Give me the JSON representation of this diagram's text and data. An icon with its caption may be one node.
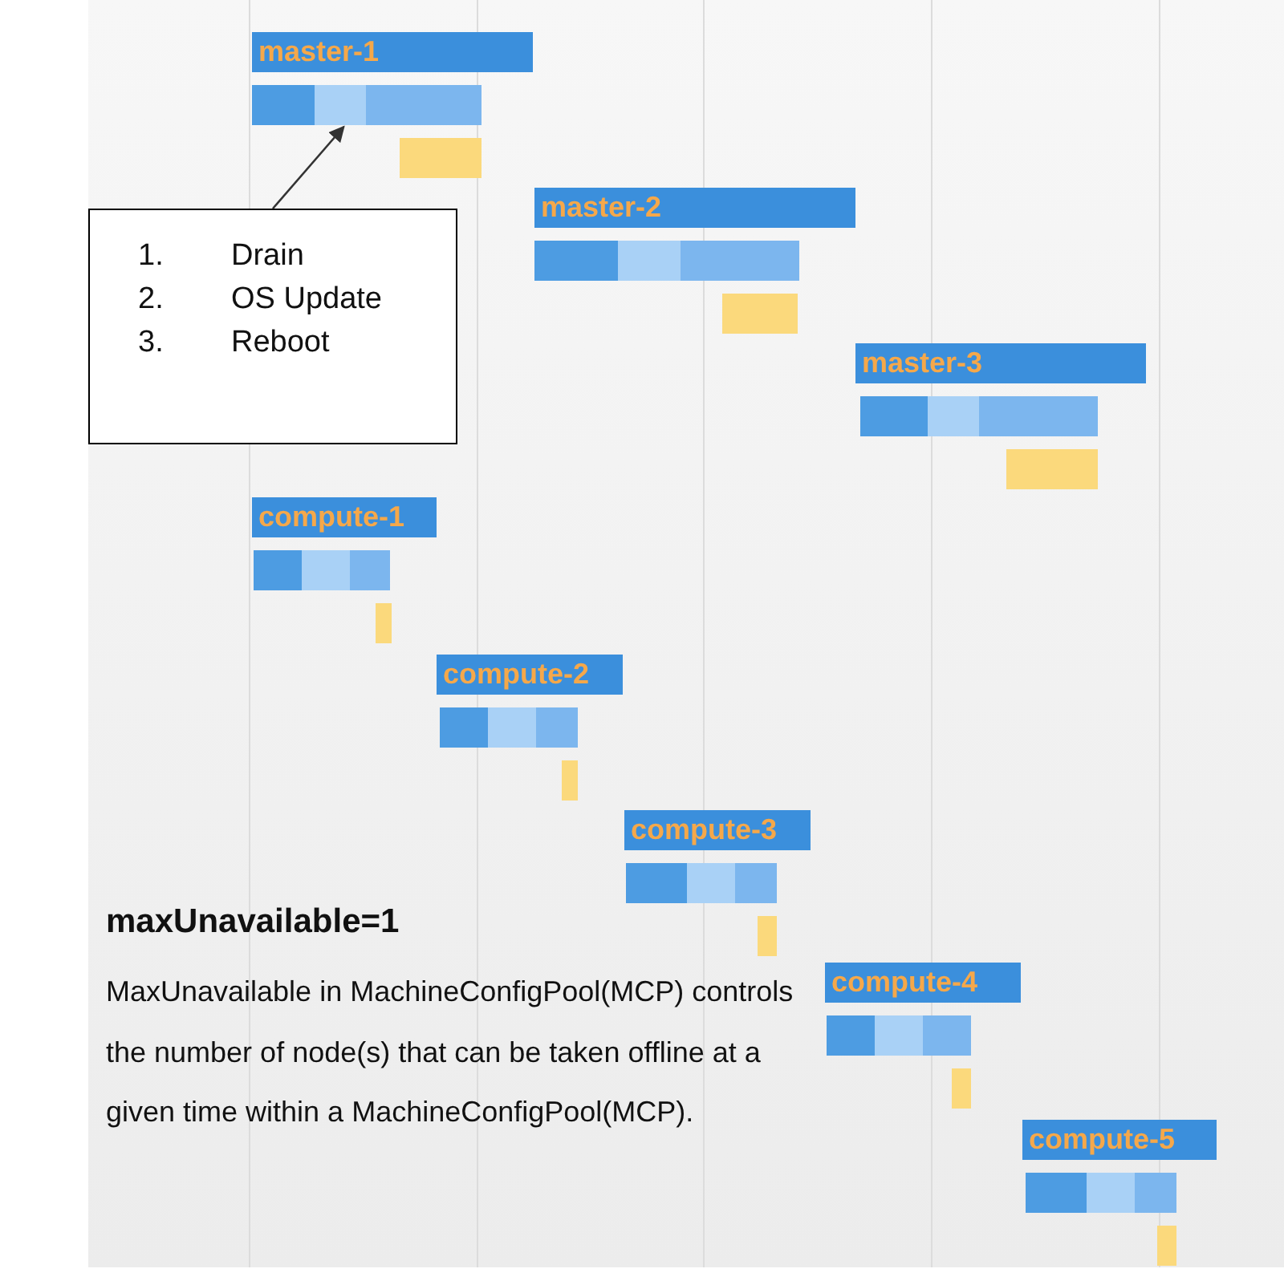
{
  "diagram": {
    "nodes": [
      {
        "text": [
          "master-1"
        ]
      },
      {
        "text": [
          "master-2"
        ]
      },
      {
        "text": [
          "master-3"
        ]
      },
      {
        "text": [
          "compute-1"
        ]
      },
      {
        "text": [
          "compute-2"
        ]
      },
      {
        "text": [
          "compute-3"
        ]
      },
      {
        "text": [
          "compute-4"
        ]
      },
      {
        "text": [
          "compute-5"
        ]
      },
      {
        "text": [
          "1. Drain",
          "2. OS Update",
          "3. Reboot"
        ]
      },
      {
        "text": [],
        "shape": "bar"
      },
      {
        "text": [],
        "shape": "bar"
      },
      {
        "text": [],
        "shape": "bar"
      },
      {
        "text": [],
        "shape": "bar"
      },
      {
        "text": [],
        "shape": "bar"
      },
      {
        "text": [],
        "shape": "bar"
      },
      {
        "text": [],
        "shape": "bar"
      },
      {
        "text": [],
        "shape": "bar"
      }
    ],
    "edges": [
      {
        "from": 8,
        "to": 9,
        "arrow": "to"
      }
    ],
    "labels": [
      "maxUnavailable=1",
      "MaxUnavailable in MachineConfigPool(MCP) controls the number of node(s) that can be taken offline at a given time within a MachineConfigPool(MCP)."
    ]
  }
}
